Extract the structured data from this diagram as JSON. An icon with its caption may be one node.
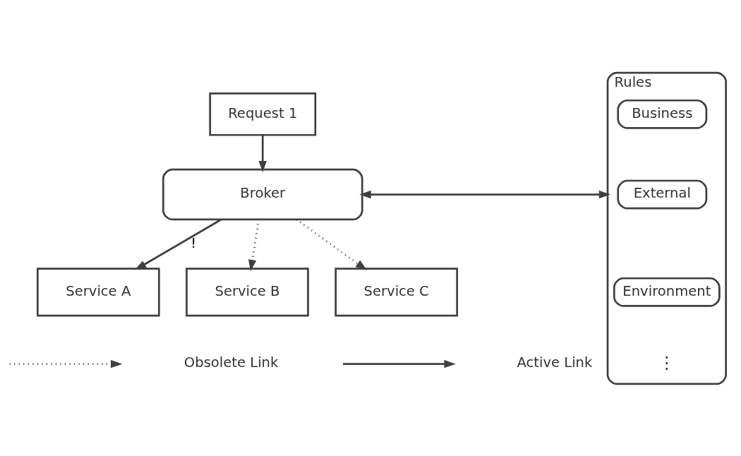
{
  "diagram": {
    "nodes": [
      {
        "text": [
          "Request 1"
        ]
      },
      {
        "text": [
          "Broker"
        ]
      },
      {
        "text": [
          "Rules"
        ]
      },
      {
        "text": [
          "Business"
        ],
        "in": 2
      },
      {
        "text": [
          "External"
        ],
        "in": 2
      },
      {
        "text": [
          "Environment"
        ],
        "in": 2
      },
      {
        "text": [
          "Service A"
        ]
      },
      {
        "text": [
          "Service B"
        ]
      },
      {
        "text": [
          "Service C"
        ]
      }
    ],
    "edges": [
      {
        "from": 0,
        "to": 1,
        "arrow": "to"
      },
      {
        "from": 1,
        "to": 2,
        "arrow": "both"
      },
      {
        "from": 1,
        "to": 6,
        "arrow": "to",
        "label": "!"
      },
      {
        "from": 1,
        "to": 7,
        "arrow": "to",
        "style": "dashed"
      },
      {
        "from": 1,
        "to": 8,
        "arrow": "to",
        "style": "dashed"
      }
    ],
    "labels": [
      "⋮"
    ],
    "legend": [
      {
        "text": "Obsolete Link"
      },
      {
        "text": "Active Link"
      }
    ]
  }
}
